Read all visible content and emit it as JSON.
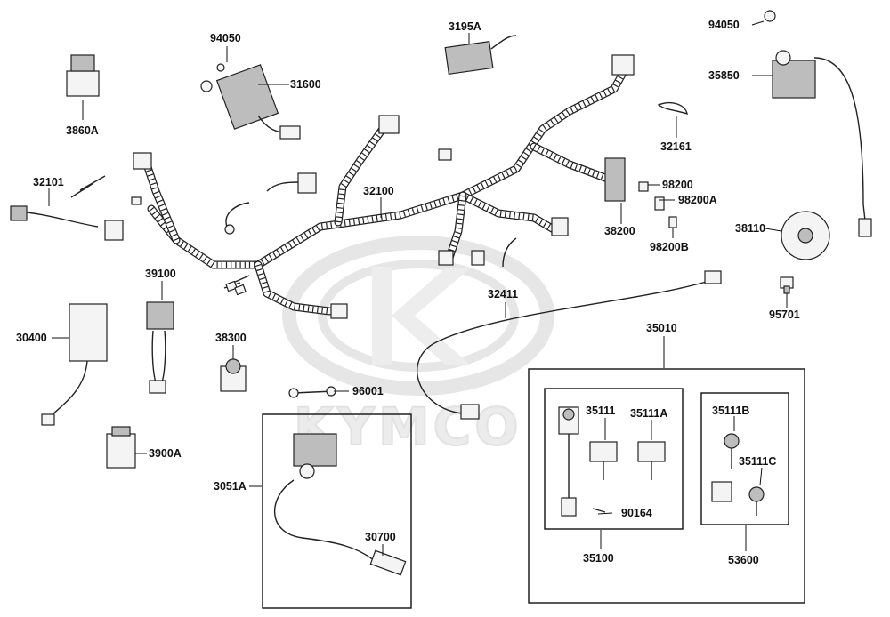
{
  "watermark": {
    "brand_text": "KYMCO"
  },
  "callouts": [
    {
      "id": "c-3860A",
      "label": "3860A"
    },
    {
      "id": "c-94050-left",
      "label": "94050"
    },
    {
      "id": "c-31600",
      "label": "31600"
    },
    {
      "id": "c-3195A",
      "label": "3195A"
    },
    {
      "id": "c-94050-right",
      "label": "94050"
    },
    {
      "id": "c-35850",
      "label": "35850"
    },
    {
      "id": "c-32161",
      "label": "32161"
    },
    {
      "id": "c-32101",
      "label": "32101"
    },
    {
      "id": "c-32100",
      "label": "32100"
    },
    {
      "id": "c-98200",
      "label": "98200"
    },
    {
      "id": "c-98200A",
      "label": "98200A"
    },
    {
      "id": "c-38200",
      "label": "38200"
    },
    {
      "id": "c-98200B",
      "label": "98200B"
    },
    {
      "id": "c-38110",
      "label": "38110"
    },
    {
      "id": "c-39100",
      "label": "39100"
    },
    {
      "id": "c-32411",
      "label": "32411"
    },
    {
      "id": "c-95701",
      "label": "95701"
    },
    {
      "id": "c-30400",
      "label": "30400"
    },
    {
      "id": "c-38300",
      "label": "38300"
    },
    {
      "id": "c-35010",
      "label": "35010"
    },
    {
      "id": "c-96001",
      "label": "96001"
    },
    {
      "id": "c-35111",
      "label": "35111"
    },
    {
      "id": "c-35111A",
      "label": "35111A"
    },
    {
      "id": "c-35111B",
      "label": "35111B"
    },
    {
      "id": "c-3900A",
      "label": "3900A"
    },
    {
      "id": "c-35111C",
      "label": "35111C"
    },
    {
      "id": "c-3051A",
      "label": "3051A"
    },
    {
      "id": "c-90164",
      "label": "90164"
    },
    {
      "id": "c-30700",
      "label": "30700"
    },
    {
      "id": "c-35100",
      "label": "35100"
    },
    {
      "id": "c-53600",
      "label": "53600"
    }
  ]
}
